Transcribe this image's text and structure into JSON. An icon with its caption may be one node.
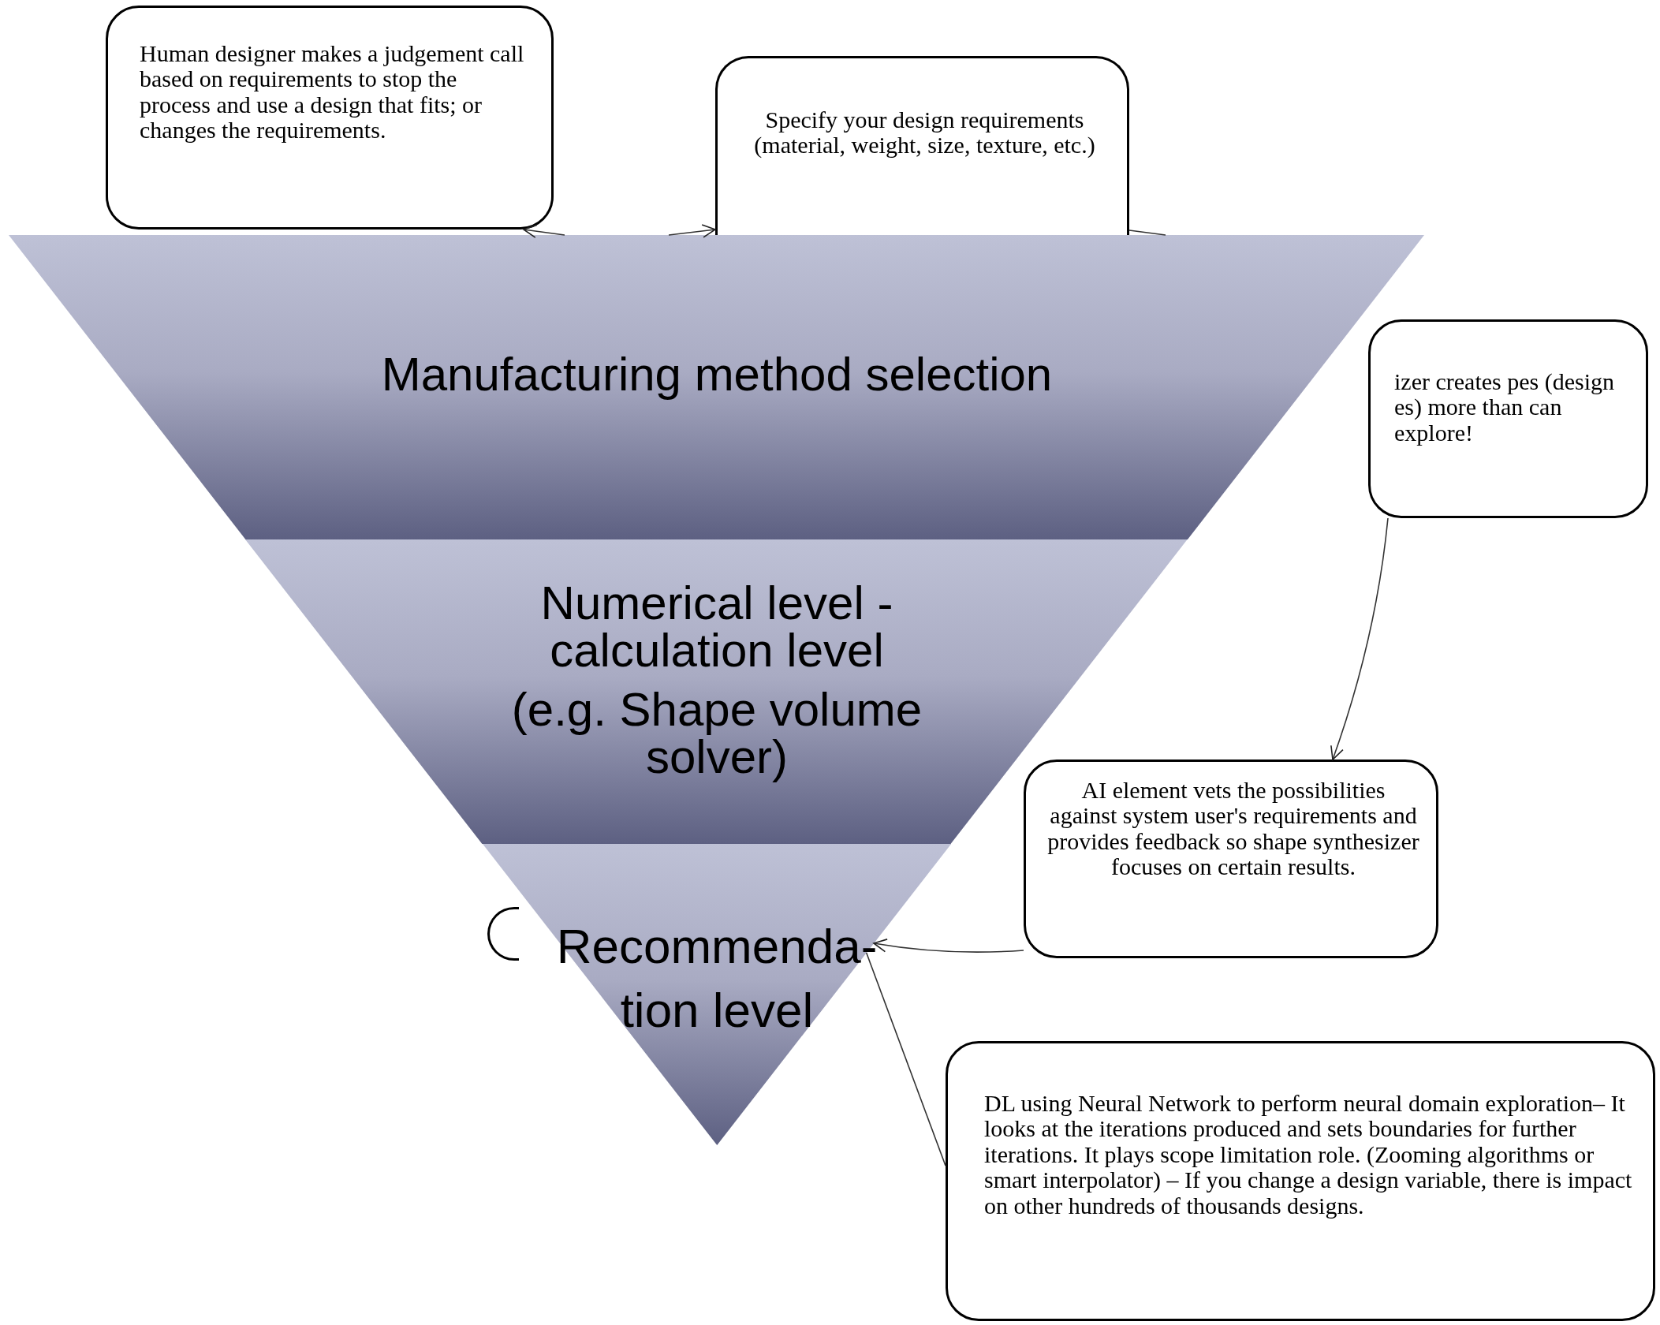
{
  "diagram": {
    "nodes": [
      {
        "text": [
          "Human designer makes a judgement call based on requirements to stop the process and use a design that fits; or changes the requirements."
        ]
      },
      {
        "text": [
          "Specify your design requirements (material, weight, size, texture, etc.)"
        ]
      },
      {
        "text": [
          "izer creates pes (design es) more than can explore!"
        ]
      },
      {
        "text": [
          "AI element vets the possibilities against system user's requirements and provides feedback so shape synthesizer focuses on certain results."
        ]
      },
      {
        "text": [],
        "shape": "box"
      },
      {
        "text": [
          "DL using Neural Network to perform neural domain exploration– It looks at the iterations produced and sets boundaries for further iterations. It plays scope limitation role. (Zooming algorithms or smart interpolator) – If you change a design variable, there is impact on other hundreds of thousands designs."
        ]
      },
      {
        "text": [
          "Manufacturing method selection"
        ]
      },
      {
        "text": [
          "Numerical level - calculation level",
          "(e.g. Shape volume solver)"
        ]
      },
      {
        "text": [
          "Recommenda- tion level"
        ]
      }
    ],
    "edges": [
      {
        "from": 6,
        "to": 0,
        "arrow": "to"
      },
      {
        "from": 6,
        "to": 1,
        "arrow": "to"
      },
      {
        "from": 1,
        "to": 6,
        "arrow": "none"
      },
      {
        "from": 2,
        "to": 3,
        "arrow": "to"
      },
      {
        "from": 3,
        "to": 8,
        "arrow": "to"
      },
      {
        "from": 5,
        "to": 8,
        "arrow": "none"
      }
    ]
  }
}
